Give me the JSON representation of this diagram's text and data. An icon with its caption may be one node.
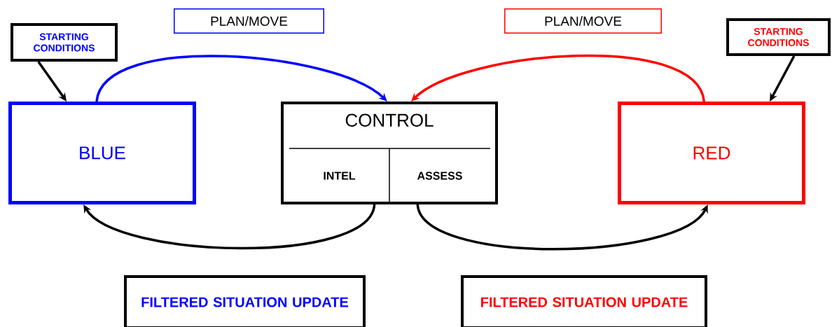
{
  "diagram": {
    "nodes": [
      {
        "text": [
          "STARTING CONDITIONS"
        ]
      },
      {
        "text": [
          "PLAN/MOVE"
        ]
      },
      {
        "text": [
          "PLAN/MOVE"
        ]
      },
      {
        "text": [
          "STARTING CONDITIONS"
        ]
      },
      {
        "text": [
          "BLUE"
        ]
      },
      {
        "text": [
          "CONTROL"
        ]
      },
      {
        "text": [
          "INTEL"
        ],
        "in": 5
      },
      {
        "text": [
          "ASSESS"
        ],
        "in": 5
      },
      {
        "text": [
          "RED"
        ]
      },
      {
        "text": [
          "FILTERED SITUATION UPDATE"
        ]
      },
      {
        "text": [
          "FILTERED SITUATION UPDATE"
        ]
      }
    ],
    "edges": [
      {
        "from": 0,
        "to": 4,
        "arrow": "to"
      },
      {
        "from": 4,
        "to": 5,
        "arrow": "to",
        "color": "#0000ff"
      },
      {
        "from": 8,
        "to": 5,
        "arrow": "to",
        "color": "#ff0000"
      },
      {
        "from": 3,
        "to": 8,
        "arrow": "to"
      },
      {
        "from": 6,
        "to": 4,
        "arrow": "to"
      },
      {
        "from": 7,
        "to": 8,
        "arrow": "to"
      }
    ]
  }
}
